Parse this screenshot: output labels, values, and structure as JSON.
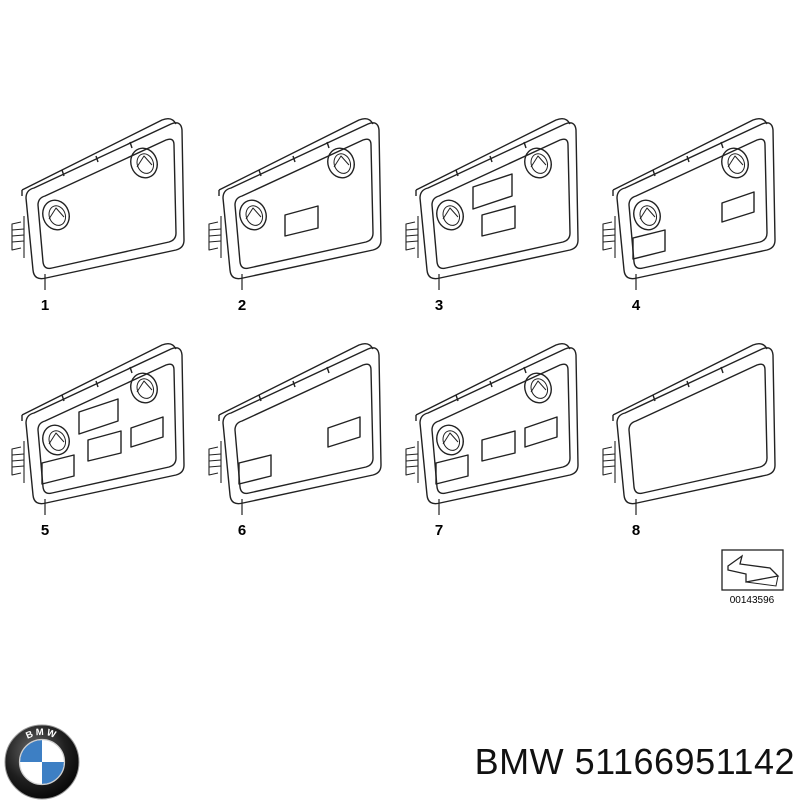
{
  "parts": [
    {
      "number": "1",
      "features": [
        "vent-left",
        "vent-right"
      ]
    },
    {
      "number": "2",
      "features": [
        "vent-left",
        "vent-right",
        "slot-center-low"
      ]
    },
    {
      "number": "3",
      "features": [
        "vent-left",
        "vent-right",
        "slot-center-high",
        "slot-center-low"
      ]
    },
    {
      "number": "4",
      "features": [
        "vent-left",
        "vent-right",
        "slot-left-low",
        "slot-right-high"
      ]
    },
    {
      "number": "5",
      "features": [
        "vent-left",
        "vent-right",
        "slot-center-high",
        "slot-center-low",
        "slot-left-low",
        "slot-right-high"
      ]
    },
    {
      "number": "6",
      "features": [
        "slot-left-low",
        "slot-right-high"
      ]
    },
    {
      "number": "7",
      "features": [
        "vent-left",
        "vent-right",
        "slot-center-low",
        "slot-left-low",
        "slot-right-high"
      ]
    },
    {
      "number": "8",
      "features": []
    }
  ],
  "reference_code": "00143596",
  "caption": {
    "brand": "BMW",
    "part_number": "51166951142",
    "full": "BMW 51166951142"
  },
  "logo": {
    "name": "bmw-roundel-logo",
    "letters": "BMW",
    "colors": {
      "blue": "#3d7fc4",
      "white": "#ffffff",
      "ring": "#1a1a1a"
    }
  },
  "colors": {
    "line": "#222222",
    "background": "#ffffff"
  }
}
